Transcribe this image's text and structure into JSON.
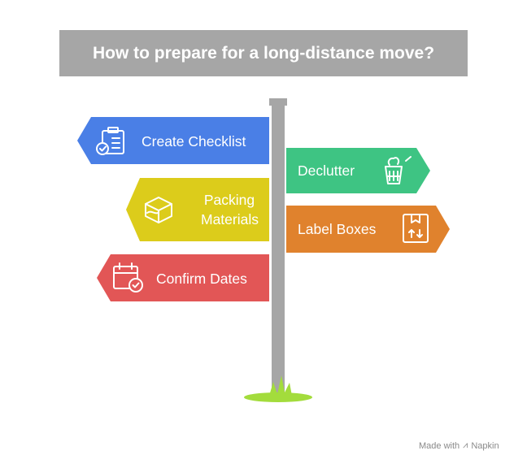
{
  "title": "How to prepare for a long-distance move?",
  "signs": [
    {
      "id": "create-checklist",
      "label_lines": [
        "Create Checklist"
      ],
      "color": "#4a7fe6",
      "side": "left",
      "icon": "checklist-icon"
    },
    {
      "id": "declutter",
      "label_lines": [
        "Declutter"
      ],
      "color": "#3ec483",
      "side": "right",
      "icon": "trash-basket-icon"
    },
    {
      "id": "packing-materials",
      "label_lines": [
        "Packing",
        "Materials"
      ],
      "color": "#dccc1b",
      "side": "left",
      "icon": "package-box-icon"
    },
    {
      "id": "label-boxes",
      "label_lines": [
        "Label Boxes"
      ],
      "color": "#e0822d",
      "side": "right",
      "icon": "labeled-box-icon"
    },
    {
      "id": "confirm-dates",
      "label_lines": [
        "Confirm Dates"
      ],
      "color": "#e25656",
      "side": "left",
      "icon": "calendar-check-icon"
    }
  ],
  "colors": {
    "pole": "#a6a6a6",
    "grass": "#a3dc3c",
    "title_bg": "#a6a6a6"
  },
  "watermark": {
    "prefix": "Made with",
    "brand": "Napkin"
  }
}
